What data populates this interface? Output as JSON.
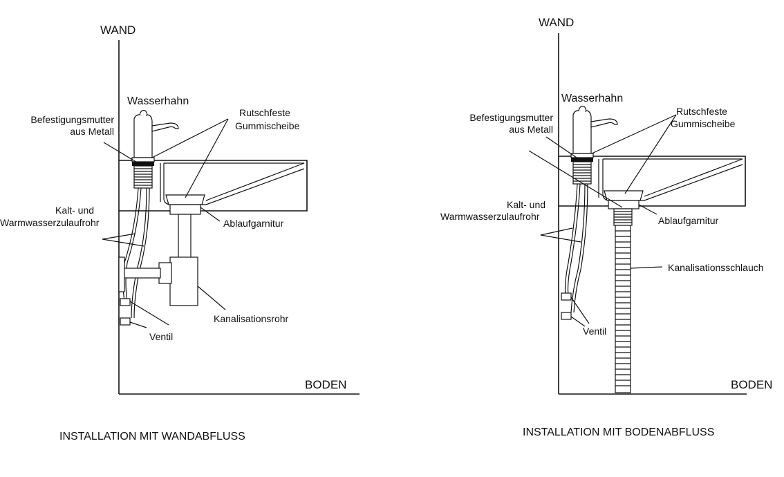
{
  "left": {
    "wall": "WAND",
    "floor": "BODEN",
    "faucet": "Wasserhahn",
    "nut_line1": "Befestigungsmutter",
    "nut_line2": "aus Metall",
    "washer_line1": "Rutschfeste",
    "washer_line2": "Gummischeibe",
    "pipes_line1": "Kalt- und",
    "pipes_line2": "Warmwasserzulaufrohr",
    "drain_set": "Ablaufgarnitur",
    "sewer": "Kanalisationsrohr",
    "valve": "Ventil",
    "caption": "INSTALLATION MIT WANDABFLUSS"
  },
  "right": {
    "wall": "WAND",
    "floor": "BODEN",
    "faucet": "Wasserhahn",
    "nut_line1": "Befestigungsmutter",
    "nut_line2": "aus Metall",
    "washer_line1": "Rutschfeste",
    "washer_line2": "Gummischeibe",
    "pipes_line1": "Kalt- und",
    "pipes_line2": "Warmwasserzulaufrohr",
    "drain_set": "Ablaufgarnitur",
    "hose": "Kanalisationsschlauch",
    "valve": "Ventil",
    "caption": "INSTALLATION MIT BODENABFLUSS"
  }
}
